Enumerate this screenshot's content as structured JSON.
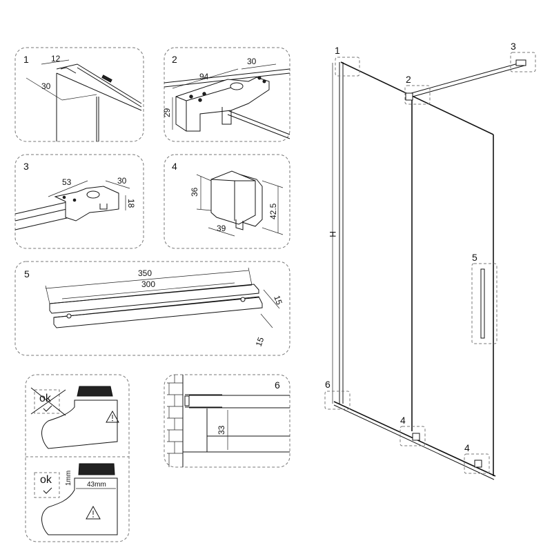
{
  "panels": {
    "p1": {
      "label": "1",
      "dims": {
        "width": "12",
        "depth": "30"
      }
    },
    "p2": {
      "label": "2",
      "dims": {
        "length": "94",
        "width": "30",
        "height": "29"
      }
    },
    "p3": {
      "label": "3",
      "dims": {
        "length": "53",
        "width": "30",
        "height": "18"
      }
    },
    "p4": {
      "label": "4",
      "dims": {
        "height": "36",
        "width": "39",
        "depth": "42.5"
      }
    },
    "p5": {
      "label": "5",
      "dims": {
        "overall": "350",
        "spacing": "300",
        "section_a": "15",
        "section_b": "15"
      }
    },
    "p6": {
      "label": "6",
      "dims": {
        "gap": "33"
      }
    },
    "level_wrong": {
      "mark": "ok",
      "icon": "warning-triangle-icon"
    },
    "level_right": {
      "mark": "ok",
      "dim_gap": "1mm",
      "dim_width": "43mm",
      "icon": "warning-triangle-icon"
    }
  },
  "assembly": {
    "height_label": "H",
    "callouts": [
      "1",
      "2",
      "3",
      "4",
      "4",
      "5",
      "6"
    ]
  }
}
